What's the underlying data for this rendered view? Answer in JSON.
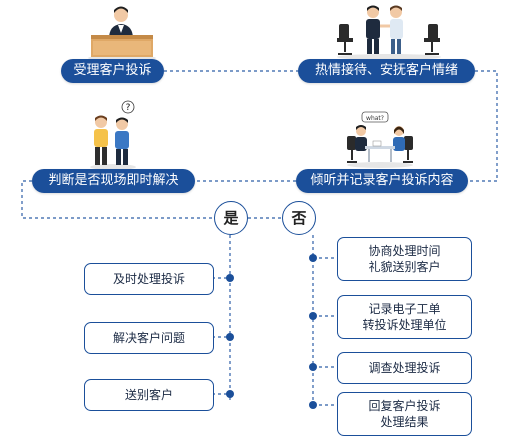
{
  "steps": [
    {
      "label": "受理客户投诉",
      "scene": "reception-desk-scene"
    },
    {
      "label": "热情接待、安抚客户情绪",
      "scene": "reception-meeting-scene"
    },
    {
      "label": "倾听并记录客户投诉内容",
      "scene": "listening-meeting-scene"
    },
    {
      "label": "判断是否现场即时解决",
      "scene": "thinking-pair-scene"
    }
  ],
  "scene_text": {
    "thinking_bubble": "?",
    "speech_bubble": "what?"
  },
  "decision": {
    "yes": "是",
    "no": "否"
  },
  "yes_branch": [
    "及时处理投诉",
    "解决客户问题",
    "送别客户"
  ],
  "no_branch": [
    {
      "line1": "协商处理时间",
      "line2": "礼貌送别客户"
    },
    {
      "line1": "记录电子工单",
      "line2": "转投诉处理单位"
    },
    {
      "line1": "调查处理投诉",
      "line2": ""
    },
    {
      "line1": "回复客户投诉",
      "line2": "处理结果"
    }
  ],
  "colors": {
    "primary": "#1b4f9a",
    "line": "#2e5fa8",
    "background": "#ffffff"
  }
}
